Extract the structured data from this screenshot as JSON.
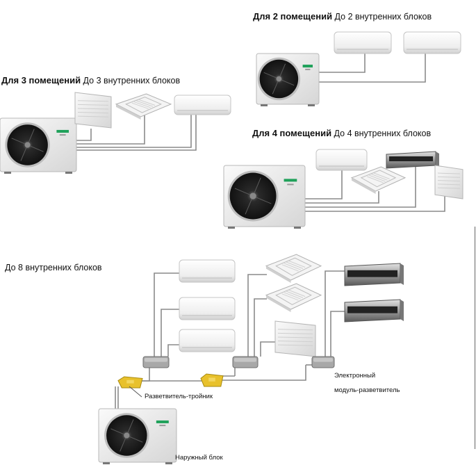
{
  "sections": {
    "two_rooms": {
      "title": "Для 2 помещений",
      "subtitle": "До 2 внутренних блоков"
    },
    "three_rooms": {
      "title": "Для 3 помещений",
      "subtitle": "До 3 внутренних блоков"
    },
    "four_rooms": {
      "title": "Для 4 помещений",
      "subtitle": "До 4 внутренних блоков"
    },
    "eight_units": {
      "subtitle": "До 8 внутренних блоков"
    }
  },
  "labels": {
    "tee_branch": "Разветвитель-тройник",
    "electronic_line1": "Электронный",
    "electronic_line2": "модуль-разветвитель",
    "outdoor_unit": "Наружный блок"
  },
  "colors": {
    "tee": "#e8c12c",
    "branch_box": "#a8a8a8",
    "logo": "#1fa15a",
    "pipe": "#8a8a8a"
  }
}
